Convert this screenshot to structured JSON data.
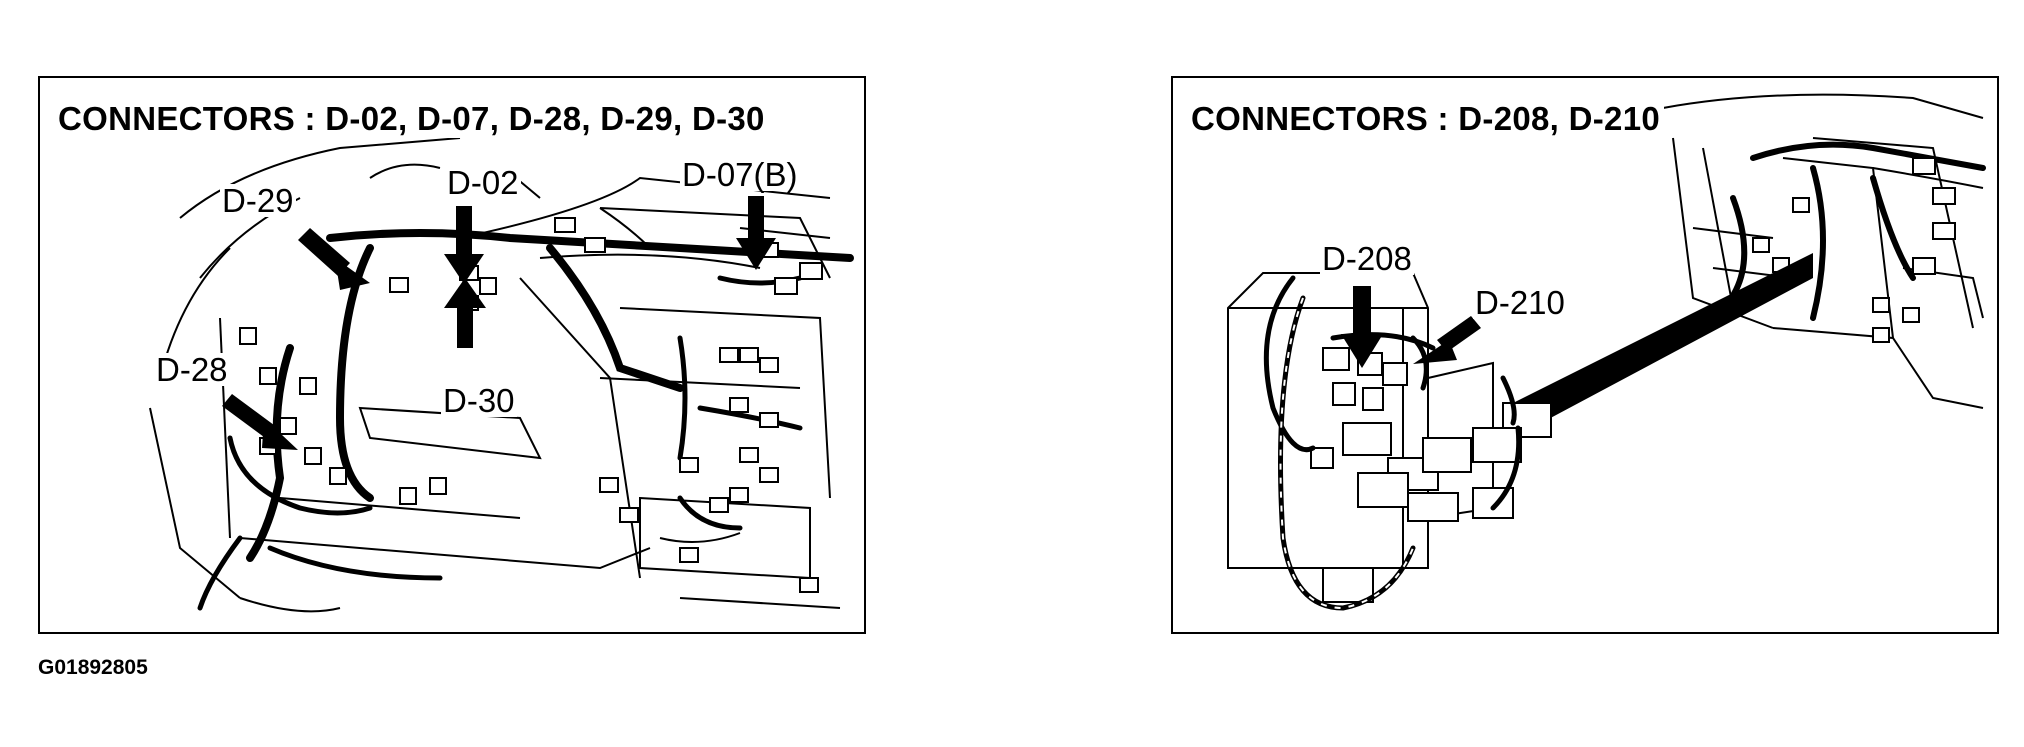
{
  "left_panel": {
    "title": "CONNECTORS : D-02, D-07, D-28, D-29, D-30",
    "callouts": {
      "d29": "D-29",
      "d02": "D-02",
      "d07b": "D-07(B)",
      "d28": "D-28",
      "d30": "D-30"
    }
  },
  "right_panel": {
    "title": "CONNECTORS : D-208, D-210",
    "callouts": {
      "d208": "D-208",
      "d210": "D-210"
    }
  },
  "figure_code": "G01892805",
  "colors": {
    "ink": "#000000",
    "background": "#ffffff"
  }
}
